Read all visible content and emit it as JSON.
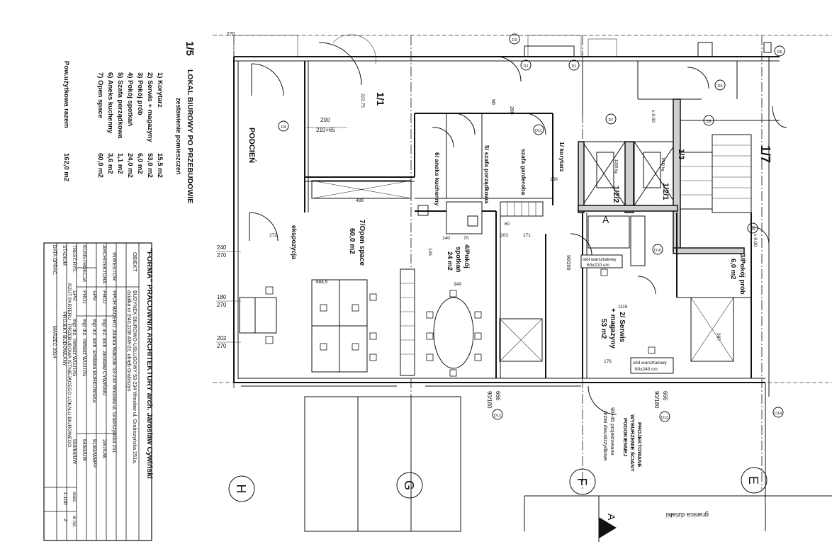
{
  "legend": {
    "title_num": "1/5",
    "title": "LOKAL BIUROWY PO PRZEBUDOWIE",
    "subtitle": "zestawienie pomieszczeń",
    "rooms": [
      {
        "name": "1) Korytarz",
        "area": "15,5 m2"
      },
      {
        "name": "2) Serwis + magazyny",
        "area": "53,0 m2"
      },
      {
        "name": "3) Pokój prób",
        "area": "6,0 m2"
      },
      {
        "name": "4) Pokój spotkań",
        "area": "24,0 m2"
      },
      {
        "name": "5) Szafa porządkowa",
        "area": "1,1 m2"
      },
      {
        "name": "6) Aneks kuchenny",
        "area": "3,6 m2"
      },
      {
        "name": "7) Open space",
        "area": "60,0 m2"
      }
    ],
    "total_label": "Pow.użytkowa razem",
    "total_area": "162,0 m2"
  },
  "title_block": {
    "firm": "\"FORMA\" PRACOWNIA ARCHITEKTURY arch. Jarosław Cywiński",
    "object_label": "OBIEKT",
    "object_line1": "BUDYNEK BIUROWO-USŁUGOWY 53-234 Wrocław ul. Grabiszyńska 251a,",
    "object_line2": "działka nr 2/40,2/38 AM-22, obręb Grabiszyn",
    "investor_label": "INWESTOR",
    "investor": "PPUH BACERO Jolanta Walczak 53-234 Wrocław ul. Grabiszyńska 251",
    "arch_label": "ARCHITEKTURA",
    "constr_label": "KONSTRUKCJA",
    "rows": [
      {
        "role": "PROJ",
        "person": "mgr inż. arch. Jarosław CYWIŃSKI",
        "lic": "2/87/UW"
      },
      {
        "role": "SPR",
        "person": "mgr inż. arch. Emiliana BORKOWSKA",
        "lic": "81/83/WBPP"
      },
      {
        "role": "PROJ",
        "person": "mgr inż. Tomasz WOJTAS",
        "lic": "64/83/UW"
      },
      {
        "role": "SPR",
        "person": "mgr inż. Tomasz WOJTAS",
        "lic": "559/84/UW"
      }
    ],
    "content_label": "TREŚĆ RYS.",
    "content": "RZUT PARTERU - PRZEBUDOWA ISTNIEJĄCEGO LOKALU BIUROWEGO",
    "stage_label": "STADIUM",
    "stage": "PROJEKT BUDOWLANY",
    "date_label": "DATA OPRAC.",
    "date": "MARZEC 2014",
    "scale_label": "skala",
    "scale": "1:100",
    "sheet_label": "nr rys.",
    "sheet": "2"
  },
  "plan": {
    "rooms": {
      "r11": "1/1",
      "r17": "1/7",
      "r13": "1/3",
      "r121": "1/2/1",
      "r122": "1/2/2",
      "podest": "PODCIEŃ",
      "korytarz": "1/ korytarz",
      "szafa": "5/ szafa porządkowa",
      "szafa2": "szafa garderoba",
      "aneks": "6/ aneks kuchenny",
      "open1": "7/Open space",
      "open2": "60,0 m2",
      "spotkan1": "4/Pokój",
      "spotkan2": "spotkań",
      "spotkan3": "24 m2",
      "serwis1": "2/ Serwis",
      "serwis2": "+ magazyny",
      "serwis3": "53 m2",
      "prob1": "3/Pokój prób",
      "prob2": "6,0 m2",
      "ekspozycja": "ekspozycja"
    },
    "notes": {
      "stol1a": "stół warsztatowy",
      "stol1b": "60x210 cm",
      "stol2a": "stół warsztatowy",
      "stol2b": "60x240 cm",
      "proj1": "PROJEKTOWANE",
      "proj2": "WYBURZENIE ŚCIANY",
      "proj3": "PODOKIENNEJ",
      "drzwi1": "90+45 projektowane",
      "drzwi2": "drzwi dwuskrzydłowe",
      "granica": "granica działki",
      "lift1": "1600 kg",
      "lift2": "1000 kg"
    },
    "dims": {
      "d270": "270",
      "d200a": "200",
      "d210_65": "210+65",
      "d240": "240",
      "d180": "180",
      "d202": "202",
      "d272": "272",
      "d489": "489",
      "d171": "171",
      "d349": "349",
      "d1115": "1115",
      "d176": "176",
      "d666": "666",
      "d180_180": "90/180",
      "d90a": "90",
      "d200b": "200",
      "d156": "156",
      "d387": "387",
      "d140": "140",
      "d70": "70",
      "d203": "203",
      "d60": "60",
      "d90_200": "90/200",
      "d145": "145",
      "d684": "684,5",
      "d0": "± 0.00",
      "d222": "222,75"
    },
    "axes": [
      "H",
      "G",
      "F",
      "E"
    ],
    "section_mark": "A",
    "markers": [
      "D3",
      "D2",
      "D1",
      "D4",
      "D5",
      "D6",
      "D7",
      "D8",
      "D9",
      "D10",
      "D11",
      "D12",
      "D13",
      "D14"
    ]
  }
}
